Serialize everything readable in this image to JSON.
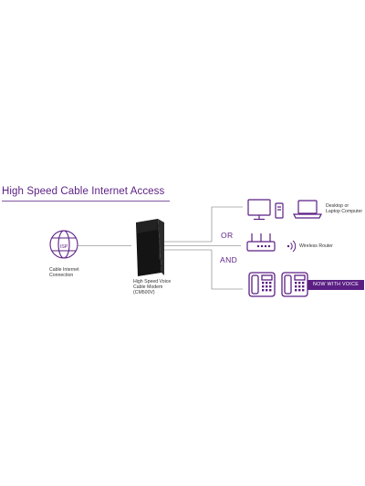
{
  "title": "High Speed Cable Internet Access",
  "isp": {
    "icon_text": "ISP",
    "label_line1": "Cable Internet",
    "label_line2": "Connection"
  },
  "modem": {
    "label_line1": "High Speed Voice",
    "label_line2": "Cable Modem",
    "label_line3": "(CM500V)"
  },
  "connectors": {
    "or": "OR",
    "and": "AND"
  },
  "devices": {
    "computer_line1": "Desktop or",
    "computer_line2": "Laptop Computer",
    "router": "Wireless Router"
  },
  "badge": "NOW WITH VOICE",
  "colors": {
    "accent": "#5b1f84",
    "line": "#9a9a9a",
    "modem": "#141414"
  }
}
